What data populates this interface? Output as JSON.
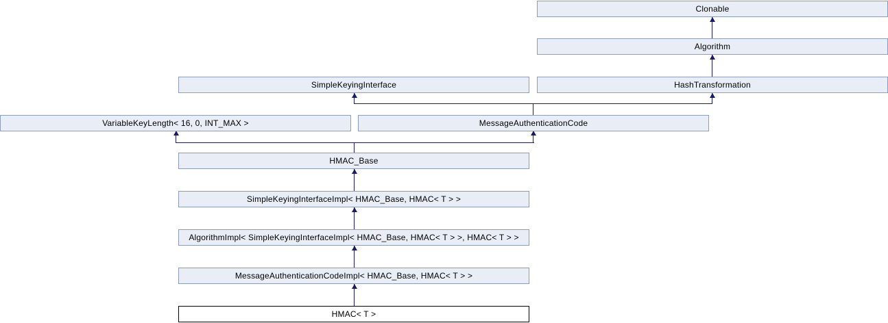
{
  "diagram": {
    "title": "HMAC class inheritance diagram",
    "type": "class-inheritance-graph",
    "colors": {
      "background": "#ffffff",
      "node_fill": "#e9edf6",
      "node_border": "#8d9bc3",
      "current_node_fill": "#ffffff",
      "current_node_border": "#000000",
      "edge": "#191970",
      "text": "#000000"
    },
    "nodes": [
      {
        "id": "clonable",
        "label": "Clonable",
        "current": false
      },
      {
        "id": "algorithm",
        "label": "Algorithm",
        "current": false
      },
      {
        "id": "simple-keying-interface",
        "label": "SimpleKeyingInterface",
        "current": false
      },
      {
        "id": "hash-transformation",
        "label": "HashTransformation",
        "current": false
      },
      {
        "id": "variable-key-length",
        "label": "VariableKeyLength< 16, 0, INT_MAX >",
        "current": false
      },
      {
        "id": "message-authentication-code",
        "label": "MessageAuthenticationCode",
        "current": false
      },
      {
        "id": "hmac-base",
        "label": "HMAC_Base",
        "current": false
      },
      {
        "id": "simple-keying-interface-impl",
        "label": "SimpleKeyingInterfaceImpl< HMAC_Base, HMAC< T > >",
        "current": false
      },
      {
        "id": "algorithm-impl",
        "label": "AlgorithmImpl< SimpleKeyingInterfaceImpl< HMAC_Base, HMAC< T > >, HMAC< T > >",
        "current": false
      },
      {
        "id": "message-authentication-code-impl",
        "label": "MessageAuthenticationCodeImpl< HMAC_Base, HMAC< T > >",
        "current": false
      },
      {
        "id": "hmac",
        "label": "HMAC< T >",
        "current": true
      }
    ],
    "edges": [
      {
        "from": "algorithm",
        "to": "clonable"
      },
      {
        "from": "hash-transformation",
        "to": "algorithm"
      },
      {
        "from": "message-authentication-code",
        "to": "simple-keying-interface"
      },
      {
        "from": "message-authentication-code",
        "to": "hash-transformation"
      },
      {
        "from": "hmac-base",
        "to": "variable-key-length"
      },
      {
        "from": "hmac-base",
        "to": "message-authentication-code"
      },
      {
        "from": "simple-keying-interface-impl",
        "to": "hmac-base"
      },
      {
        "from": "algorithm-impl",
        "to": "simple-keying-interface-impl"
      },
      {
        "from": "message-authentication-code-impl",
        "to": "algorithm-impl"
      },
      {
        "from": "hmac",
        "to": "message-authentication-code-impl"
      }
    ]
  }
}
